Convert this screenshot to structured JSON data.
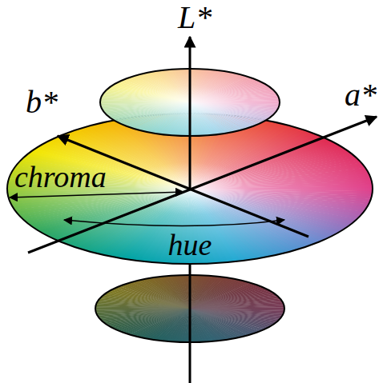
{
  "diagram": {
    "labels": [
      "L*",
      "b*",
      "a*",
      "chroma",
      "hue"
    ]
  }
}
